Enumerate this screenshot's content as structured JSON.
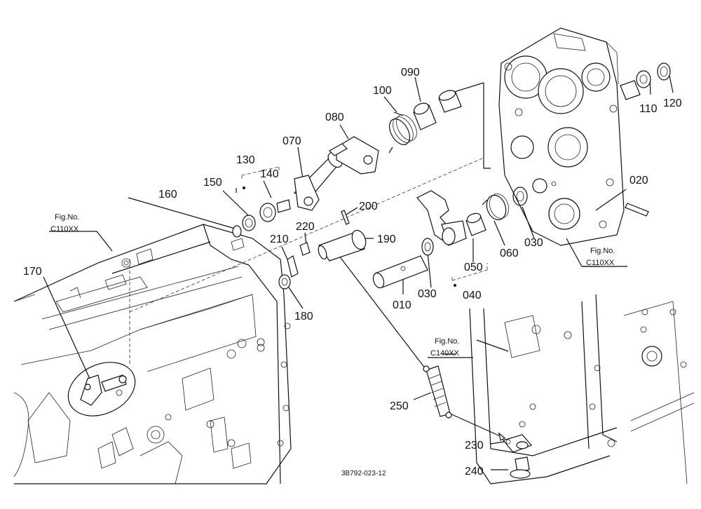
{
  "parts": {
    "p010": "010",
    "p020": "020",
    "p030a": "030",
    "p030b": "030",
    "p040": "040",
    "p050": "050",
    "p060": "060",
    "p070": "070",
    "p080": "080",
    "p090": "090",
    "p100": "100",
    "p110": "110",
    "p120": "120",
    "p130": "130",
    "p140": "140",
    "p150": "150",
    "p160": "160",
    "p170": "170",
    "p180": "180",
    "p190": "190",
    "p200": "200",
    "p210": "210",
    "p220": "220",
    "p230": "230",
    "p240": "240",
    "p250": "250"
  },
  "figrefs": {
    "left": {
      "line1": "Fig.No.",
      "line2": "C110XX"
    },
    "right": {
      "line1": "Fig.No.",
      "line2": "C110XX"
    },
    "bottom": {
      "line1": "Fig.No.",
      "line2": "C140XX"
    }
  },
  "drawing_code": "3B792-023-12"
}
